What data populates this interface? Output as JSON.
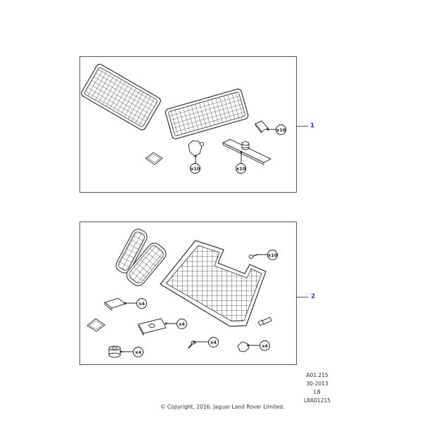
{
  "diagram": {
    "panels": [
      {
        "callout": "1",
        "items": [
          {
            "name": "large-mesh-grille-left",
            "qty": ""
          },
          {
            "name": "large-mesh-grille-right",
            "qty": ""
          },
          {
            "name": "rectangular-pad",
            "qty": "x10"
          },
          {
            "name": "adhesive-patch",
            "qty": ""
          },
          {
            "name": "push-fastener-clip",
            "qty": "x10"
          },
          {
            "name": "mounting-strip-with-stud",
            "qty": "x10"
          }
        ]
      },
      {
        "callout": "2",
        "items": [
          {
            "name": "narrow-mesh-grille-left",
            "qty": ""
          },
          {
            "name": "narrow-mesh-grille-right",
            "qty": ""
          },
          {
            "name": "stepped-mesh-panel",
            "qty": ""
          },
          {
            "name": "small-screw",
            "qty": "x10"
          },
          {
            "name": "rectangular-pad",
            "qty": "x4"
          },
          {
            "name": "adhesive-patch",
            "qty": ""
          },
          {
            "name": "mounting-plate-with-stud",
            "qty": "x4"
          },
          {
            "name": "hex-bolt",
            "qty": ""
          },
          {
            "name": "spacer-bushing",
            "qty": "x4"
          },
          {
            "name": "screw-with-washer",
            "qty": "x4"
          },
          {
            "name": "push-fastener-clip",
            "qty": "x4"
          }
        ]
      }
    ],
    "colors": {
      "callout": "#1a3cff",
      "lines": "#555555",
      "ink": "#222222"
    }
  },
  "footer": {
    "ref_lines": [
      "A01.215",
      "30-2013",
      "L8",
      "L8A01215"
    ],
    "copyright": "© Copyright, 2016. Jaguar Land Rover Limited."
  }
}
